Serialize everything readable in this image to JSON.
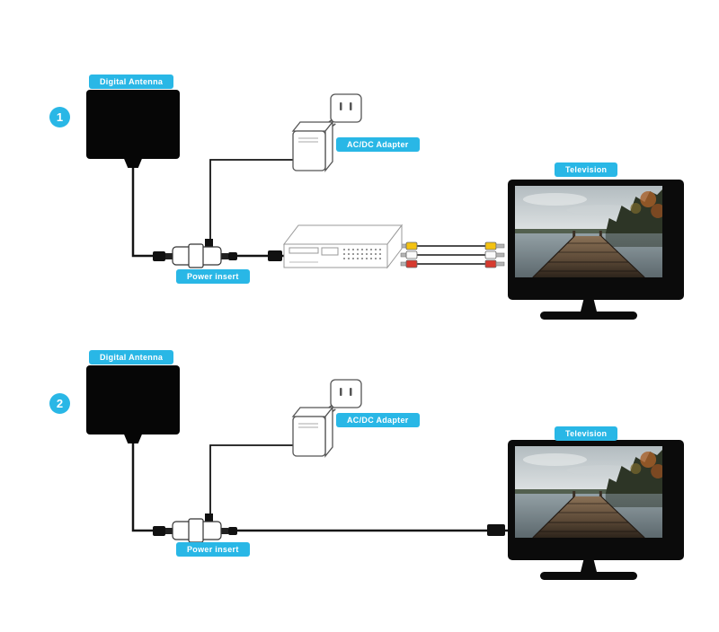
{
  "colors": {
    "accent": "#29b7e6",
    "cable": "#141414",
    "rca_yellow": "#f3c212",
    "rca_white": "#fafafa",
    "rca_red": "#d63a2f"
  },
  "icons": {
    "antenna": "flat-digital-antenna",
    "adapter": "ac-dc-wall-adapter",
    "outlet": "wall-outlet",
    "power_inserter": "coax-power-inserter",
    "set_top_box": "receiver-box",
    "rca": "rca-composite-connectors",
    "television": "flat-screen-tv"
  },
  "setup1": {
    "number": "1",
    "antenna_label": "Digital Antenna",
    "adapter_label": "AC/DC Adapter",
    "power_label": "Power insert",
    "tv_label": "Television"
  },
  "setup2": {
    "number": "2",
    "antenna_label": "Digital Antenna",
    "adapter_label": "AC/DC Adapter",
    "power_label": "Power insert",
    "tv_label": "Television"
  }
}
